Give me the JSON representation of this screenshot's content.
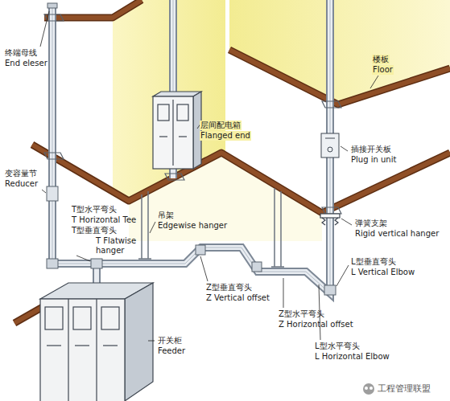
{
  "diagram": {
    "labels": [
      "终端母线",
      "End eleser",
      "变容量节",
      "Reducer",
      "T型水平弯头",
      "T Horizontal Tee",
      "T型垂直弯头",
      "T Flatwise hanger",
      "层间配电箱",
      "Flanged end",
      "吊架",
      "Edgewise hanger",
      "Z型垂直弯头",
      "Z Vertical offset",
      "Z型水平弯头",
      "Z Horizontal offset",
      "L型垂直弯头",
      "L Vertical Elbow",
      "L型水平弯头",
      "L Horizontal Elbow",
      "开关柜",
      "Feeder",
      "楼板",
      "Floor",
      "插接开关板",
      "Plug in unit",
      "弹簧支架",
      "Rigid vertical hanger",
      "工程管理联盟"
    ]
  }
}
